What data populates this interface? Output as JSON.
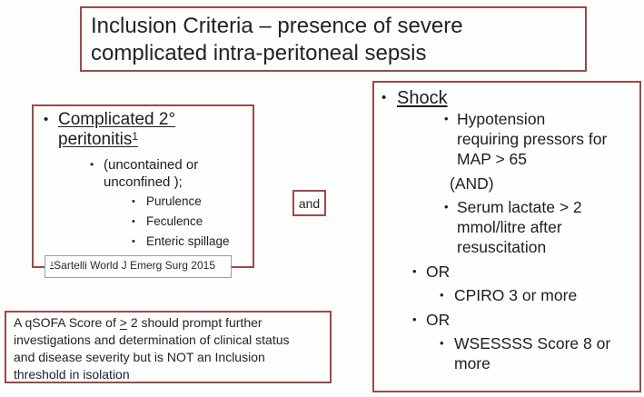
{
  "colors": {
    "accent_border": "#9a4a47",
    "footnote_border": "#9b9b9b",
    "text": "#1d1d1d",
    "background": "#ffffff"
  },
  "bullet_glyph": "•",
  "title": "Inclusion Criteria – presence of severe\ncomplicated intra-peritoneal sepsis",
  "connector_label": "and",
  "left_box": {
    "heading": "Complicated 2°\nperitonitis",
    "heading_footnote_marker": "1",
    "subitem": "(uncontained or\nunconfined );",
    "items": [
      "Purulence",
      "Feculence",
      "Enteric spillage"
    ],
    "footnote_marker": "1",
    "footnote_text": "Sartelli World J Emerg Surg 2015"
  },
  "right_box": {
    "heading": "Shock",
    "criterion_1": "Hypotension\nrequiring pressors for\nMAP > 65",
    "and_label": "(AND)",
    "criterion_2": "Serum lactate > 2\nmmol/litre after\nresuscitation",
    "or_label_1": "OR",
    "or_criterion_1": "CPIRO 3 or more",
    "or_label_2": "OR",
    "or_criterion_2": "WSESSSS Score 8 or\nmore"
  },
  "note_box": {
    "text_before": "A qSOFA Score of",
    "gte_symbol": ">",
    "text_after": "2 should prompt further\ninvestigations and determination of clinical status\nand disease severity but is NOT an Inclusion\nthreshold in isolation"
  }
}
